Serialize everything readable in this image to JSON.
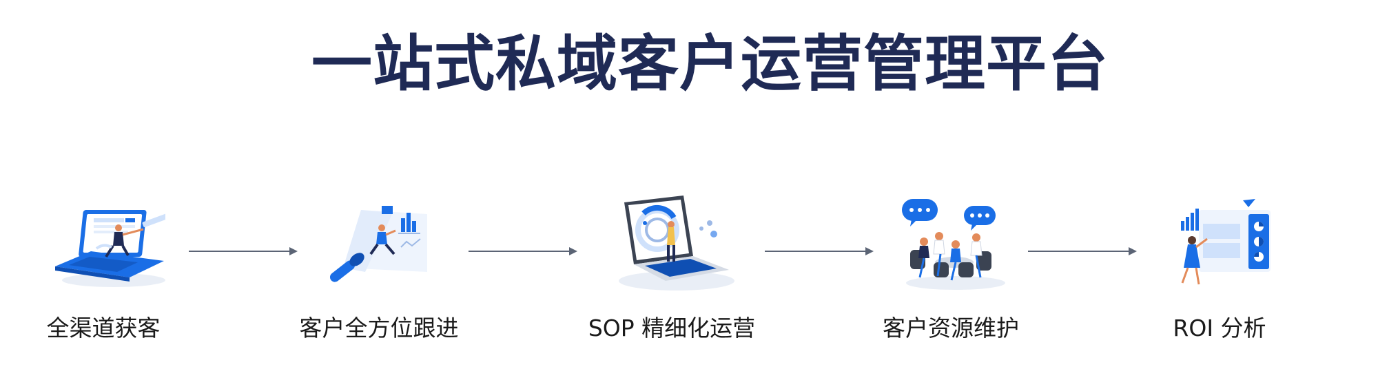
{
  "title": "一站式私域客户运营管理平台",
  "steps": [
    {
      "label": "全渠道获客",
      "icon": "laptop-acquisition-icon"
    },
    {
      "label": "客户全方位跟进",
      "icon": "spotlight-followup-icon"
    },
    {
      "label": "SOP 精细化运营",
      "icon": "laptop-sop-icon"
    },
    {
      "label": "客户资源维护",
      "icon": "team-meeting-icon"
    },
    {
      "label": "ROI 分析",
      "icon": "dashboard-analysis-icon"
    }
  ],
  "colors": {
    "title": "#1f2a55",
    "primary_blue": "#1a6ee6",
    "light_blue": "#cfe1fb",
    "arrow": "#5b6475",
    "label": "#1a1a1a"
  }
}
